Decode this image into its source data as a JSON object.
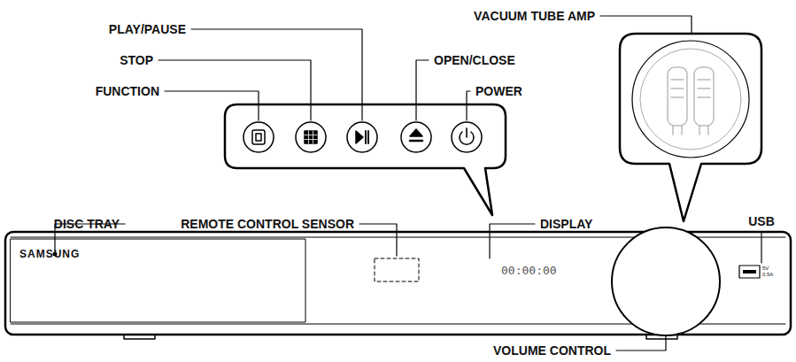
{
  "diagram": {
    "labels": [
      "VACUUM TUBE AMP",
      "PLAY/PAUSE",
      "STOP",
      "OPEN/CLOSE",
      "FUNCTION",
      "POWER",
      "DISC TRAY",
      "REMOTE CONTROL SENSOR",
      "DISPLAY",
      "USB",
      "SAMSUNG",
      "00:00:00",
      "5V",
      "0.5A",
      "VOLUME CONTROL"
    ]
  }
}
